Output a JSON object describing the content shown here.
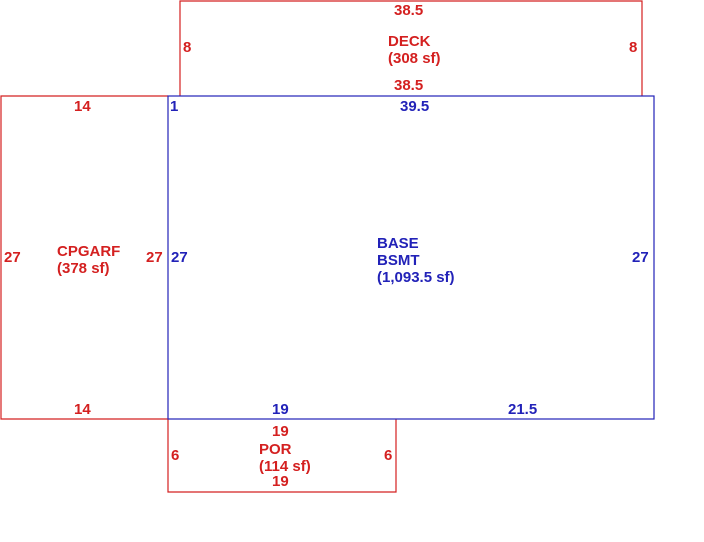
{
  "colors": {
    "addition": "#d42020",
    "base": "#2222b8",
    "background": "#ffffff"
  },
  "areas": {
    "deck": {
      "name": "DECK",
      "area": "(308 sf)",
      "dims": {
        "top": "38.5",
        "bottom": "38.5",
        "left": "8",
        "right": "8"
      }
    },
    "garage": {
      "name": "CPGARF",
      "area": "(378 sf)",
      "dims": {
        "top": "14",
        "bottom": "14",
        "left": "27",
        "right": "27"
      }
    },
    "base": {
      "name": "BASE",
      "subname": "BSMT",
      "area": "(1,093.5 sf)",
      "dims": {
        "corner": "1",
        "top": "39.5",
        "left": "27",
        "right": "27",
        "bottom_left": "19",
        "bottom_right": "21.5"
      }
    },
    "porch": {
      "name": "POR",
      "area": "(114 sf)",
      "dims": {
        "top": "19",
        "bottom": "19",
        "left": "6",
        "right": "6"
      }
    }
  }
}
